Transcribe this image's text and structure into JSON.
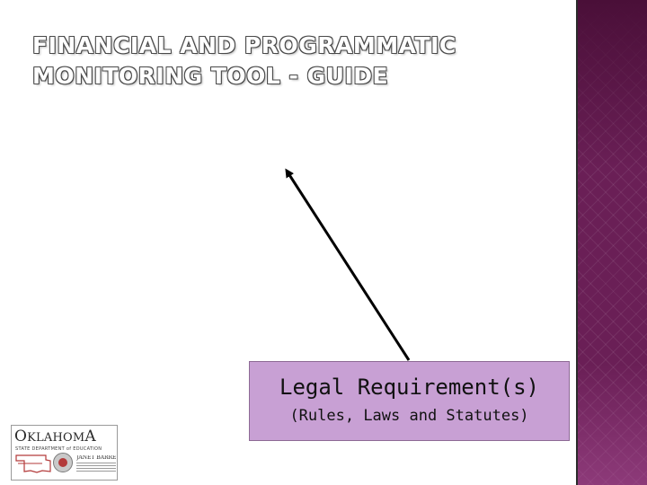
{
  "slide": {
    "title_line1": "FINANCIAL AND PROGRAMMATIC",
    "title_line2": "MONITORING TOOL - GUIDE"
  },
  "legal_box": {
    "main_text": "Legal Requirement(s)",
    "sub_text": "(Rules, Laws and Statutes)"
  },
  "logo": {
    "name": "OKLAHOMA State Department of Education",
    "signature_name": "JANET BARRESI",
    "icon": "oklahoma-state-outline-icon"
  },
  "colors": {
    "accent_band": "#6a1f56",
    "box_fill": "#c8a0d4",
    "arrow": "#000000"
  }
}
